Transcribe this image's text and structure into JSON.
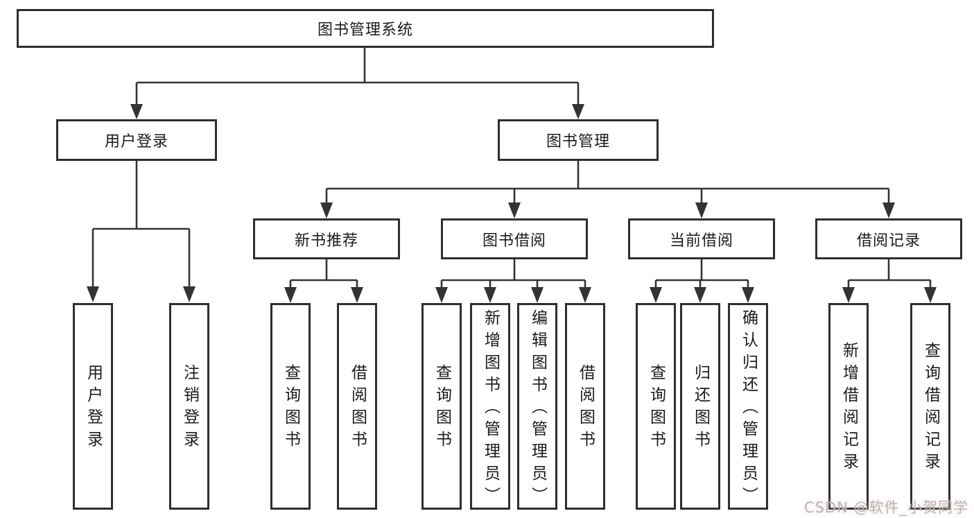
{
  "tree": {
    "root": "图书管理系统",
    "branches": [
      {
        "label": "用户登录",
        "children": [
          "用户登录",
          "注销登录"
        ]
      },
      {
        "label": "图书管理",
        "groups": [
          {
            "label": "新书推荐",
            "children": [
              "查询图书",
              "借阅图书"
            ]
          },
          {
            "label": "图书借阅",
            "children": [
              "查询图书",
              "新增图书（管理员）",
              "编辑图书（管理员）",
              "借阅图书"
            ]
          },
          {
            "label": "当前借阅",
            "children": [
              "查询图书",
              "归还图书",
              "确认归还（管理员）"
            ]
          },
          {
            "label": "借阅记录",
            "children": [
              "新增借阅记录",
              "查询借阅记录"
            ]
          }
        ]
      }
    ]
  },
  "watermark": {
    "text": "CSDN @软件_小贺同学"
  },
  "colors": {
    "line": "#333333",
    "box_border": "#2e2e2e",
    "text": "#1b1b1b",
    "watermark": "#b6b6b6",
    "background": "#ffffff"
  }
}
